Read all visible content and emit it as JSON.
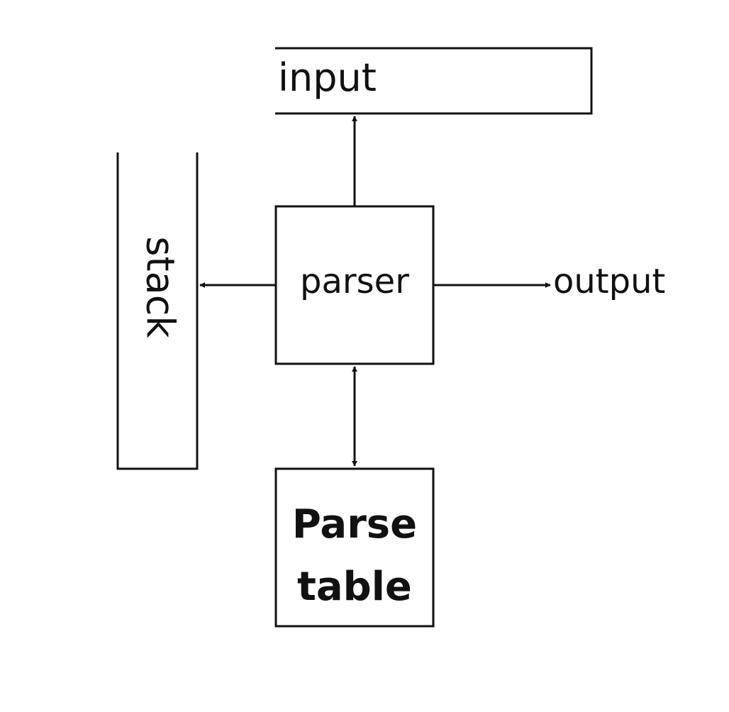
{
  "nodes": {
    "input": {
      "label": "input"
    },
    "stack": {
      "label": "stack"
    },
    "parser": {
      "label": "parser"
    },
    "output": {
      "label": "output"
    },
    "parse_table": {
      "line1": "Parse",
      "line2": "table"
    }
  },
  "colors": {
    "stroke": "#111111",
    "background": "#ffffff"
  }
}
